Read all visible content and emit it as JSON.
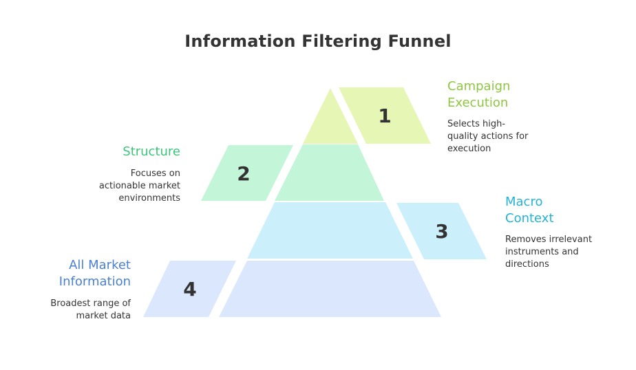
{
  "title": "Information Filtering Funnel",
  "levels": [
    {
      "number": "1",
      "label": "Campaign\nExecution",
      "description": "Selects high-\nquality actions for\nexecution",
      "color": "#e6f6b4",
      "label_color": "#8ec63f"
    },
    {
      "number": "2",
      "label": "Structure",
      "description": "Focuses on\nactionable market\nenvironments",
      "color": "#c3f5d8",
      "label_color": "#3cc47c"
    },
    {
      "number": "3",
      "label": "Macro\nContext",
      "description": "Removes irrelevant\ninstruments and\ndirections",
      "color": "#ccf0fb",
      "label_color": "#22b3d6"
    },
    {
      "number": "4",
      "label": "All Market\nInformation",
      "description": "Broadest range of\nmarket data",
      "color": "#dbe7fd",
      "label_color": "#4a7fd6"
    }
  ]
}
